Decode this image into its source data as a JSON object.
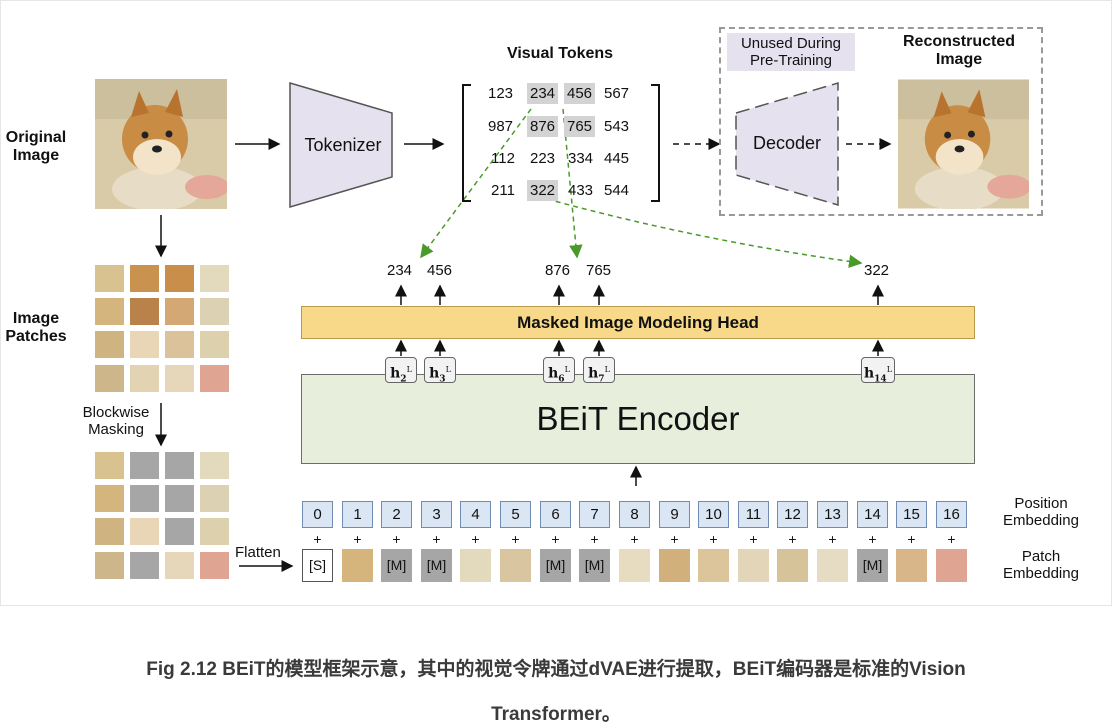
{
  "labels": {
    "original_image": "Original\nImage",
    "image_patches": "Image\nPatches",
    "blockwise_masking": "Blockwise\nMasking",
    "flatten": "Flatten",
    "tokenizer": "Tokenizer",
    "visual_tokens": "Visual Tokens",
    "unused": "Unused During\nPre-Training",
    "decoder": "Decoder",
    "reconstructed_image": "Reconstructed\nImage",
    "mim_head": "Masked Image Modeling Head",
    "encoder": "BEiT Encoder",
    "position_embedding": "Position\nEmbedding",
    "patch_embedding": "Patch\nEmbedding"
  },
  "token_grid": [
    [
      "123",
      "234",
      "456",
      "567"
    ],
    [
      "987",
      "876",
      "765",
      "543"
    ],
    [
      "112",
      "223",
      "334",
      "445"
    ],
    [
      "211",
      "322",
      "433",
      "544"
    ]
  ],
  "predicted_tokens": [
    "234",
    "456",
    "876",
    "765",
    "322"
  ],
  "hidden_states": [
    {
      "sub": "2",
      "sup": "L"
    },
    {
      "sub": "3",
      "sup": "L"
    },
    {
      "sub": "6",
      "sup": "L"
    },
    {
      "sub": "7",
      "sup": "L"
    },
    {
      "sub": "14",
      "sup": "L"
    }
  ],
  "positions": [
    "0",
    "1",
    "2",
    "3",
    "4",
    "5",
    "6",
    "7",
    "8",
    "9",
    "10",
    "11",
    "12",
    "13",
    "14",
    "15",
    "16"
  ],
  "patch_tokens": [
    "[S]",
    "",
    "[M]",
    "[M]",
    "",
    "",
    "[M]",
    "[M]",
    "",
    "",
    "",
    "",
    "",
    "",
    "[M]",
    "",
    ""
  ],
  "colors": {
    "mim_head": "#f8d98a",
    "encoder": "#e7efdc",
    "position": "#dbe6f4",
    "mask": "#a6a6a6",
    "arrow_green": "#4a9a2a",
    "tokenizer_fill": "#e5e1ee"
  },
  "caption_line1": "Fig 2.12 BEiT的模型框架示意，其中的视觉令牌通过dVAE进行提取，BEiT编码器是标准的Vision",
  "caption_line2": "Transformer。"
}
